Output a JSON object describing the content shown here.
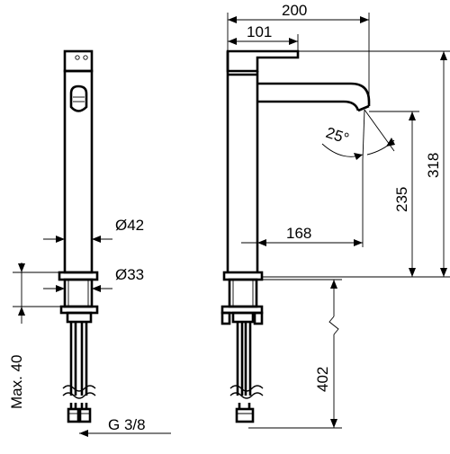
{
  "dimensions": {
    "total_reach": "200",
    "handle_reach": "101",
    "spout_angle": "25°",
    "total_height": "318",
    "spout_height": "235",
    "spout_projection": "168",
    "body_diameter": "Ø42",
    "shank_diameter": "Ø33",
    "max_thickness": "Max. 40",
    "supply_length": "402",
    "thread": "G 3/8"
  }
}
